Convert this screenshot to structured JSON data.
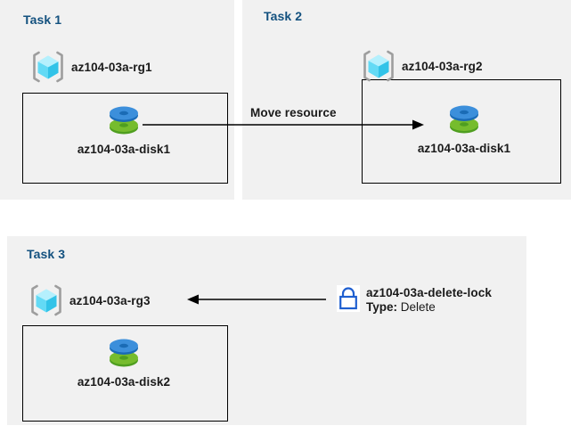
{
  "diagram": {
    "background": "#ffffff",
    "panel_background": "#f1f1f1",
    "title_color": "#13517f",
    "text_color": "#1a1a1a",
    "lock_color": "#1f5fd0"
  },
  "tasks": [
    {
      "id": "task1",
      "title": "Task 1",
      "resource_group": {
        "icon": "resource-group-icon",
        "label": "az104-03a-rg1"
      },
      "resource": {
        "icon": "disk-icon",
        "label": "az104-03a-disk1"
      }
    },
    {
      "id": "task2",
      "title": "Task 2",
      "resource_group": {
        "icon": "resource-group-icon",
        "label": "az104-03a-rg2"
      },
      "resource": {
        "icon": "disk-icon",
        "label": "az104-03a-disk1"
      }
    },
    {
      "id": "task3",
      "title": "Task 3",
      "resource_group": {
        "icon": "resource-group-icon",
        "label": "az104-03a-rg3"
      },
      "resource": {
        "icon": "disk-icon",
        "label": "az104-03a-disk2"
      }
    }
  ],
  "connectors": [
    {
      "id": "move-resource",
      "label": "Move resource",
      "direction": "right",
      "from": "az104-03a-disk1 (Task 1)",
      "to": "az104-03a-disk1 (Task 2)"
    },
    {
      "id": "lock-applies-to-rg3",
      "label": "",
      "direction": "left",
      "from": "az104-03a-delete-lock",
      "to": "az104-03a-rg3"
    }
  ],
  "lock": {
    "icon": "lock-icon",
    "name": "az104-03a-delete-lock",
    "type_key": "Type:",
    "type_value": "Delete"
  }
}
